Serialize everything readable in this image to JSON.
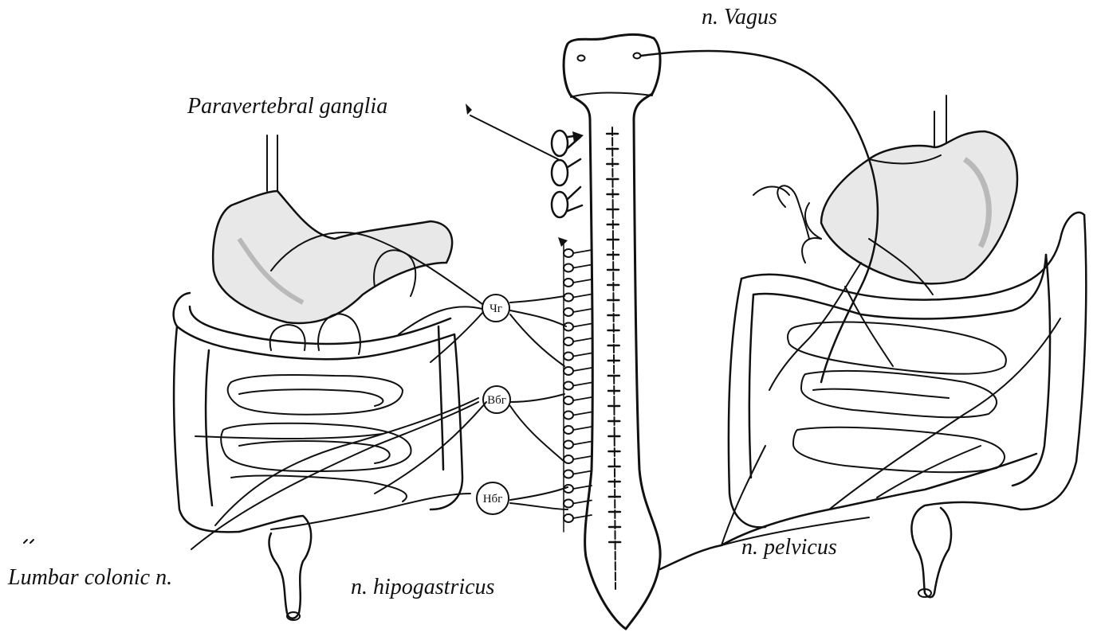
{
  "labels": {
    "vagus": "n. Vagus",
    "paravertebral": "Paravertebral ganglia",
    "lumbar_colonic": "Lumbar colonic n.",
    "hipogastricus": "n. hipogastricus",
    "pelvicus": "n. pelvicus"
  },
  "ganglia": {
    "celiac": "Чг",
    "superior_mesenteric": "Вбг",
    "inferior_mesenteric": "Нбг"
  }
}
